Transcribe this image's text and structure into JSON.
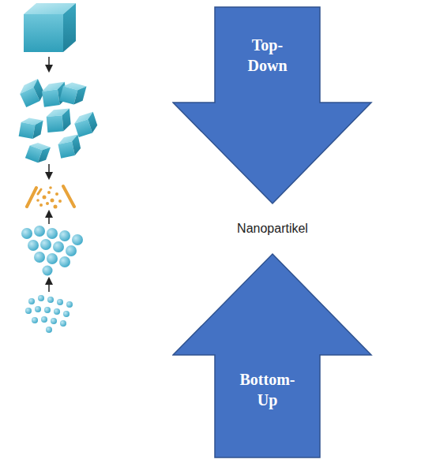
{
  "diagram": {
    "nodes": [
      {
        "text": [
          "Top- Down"
        ]
      },
      {
        "text": [
          "Bottom- Up"
        ]
      }
    ],
    "labels": [
      "Nanopartikel"
    ]
  }
}
